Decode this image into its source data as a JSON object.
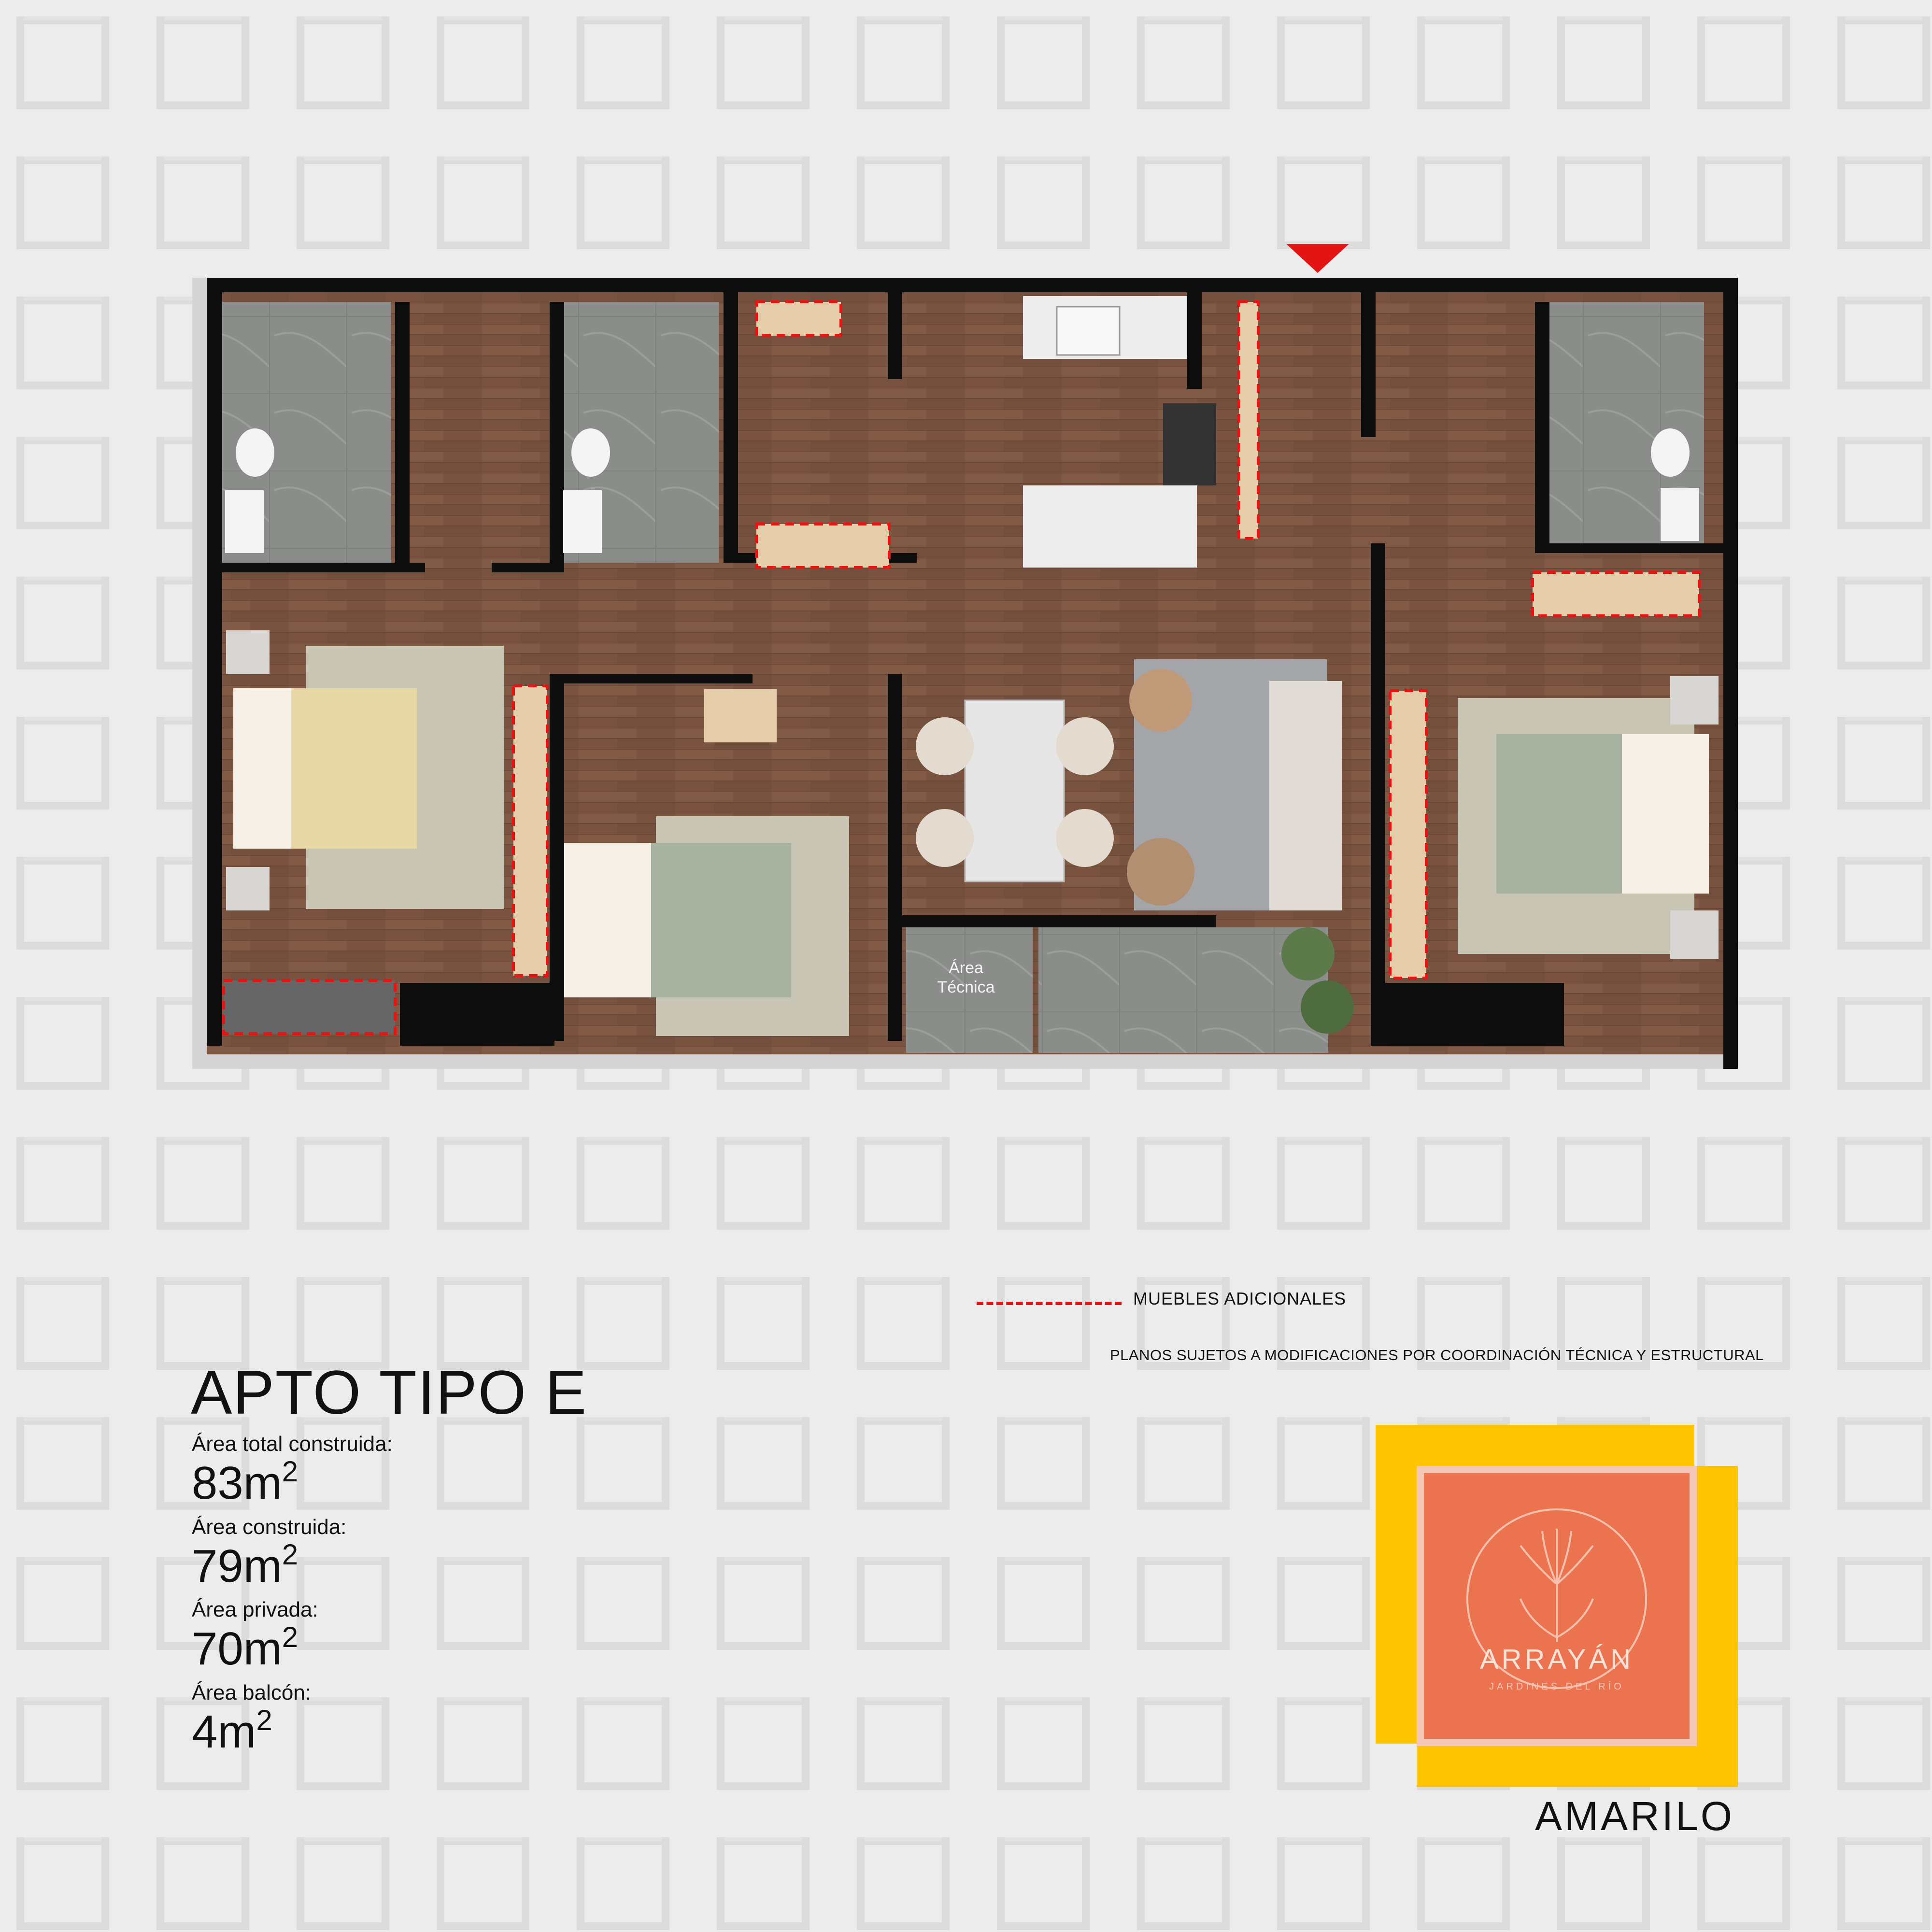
{
  "apartment": {
    "title": "APTO TIPO E",
    "areas": [
      {
        "label": "Área total construida:",
        "value": "83m",
        "unit_exp": "2"
      },
      {
        "label": "Área construida:",
        "value": "79m",
        "unit_exp": "2"
      },
      {
        "label": "Área privada:",
        "value": "70m",
        "unit_exp": "2"
      },
      {
        "label": "Área balcón:",
        "value": "4m",
        "unit_exp": "2"
      }
    ]
  },
  "legend": {
    "dashed_label": "MUEBLES ADICIONALES",
    "disclaimer": "PLANOS SUJETOS A MODIFICACIONES POR COORDINACIÓN TÉCNICA Y ESTRUCTURAL"
  },
  "plan": {
    "technical_area_label": "Área Técnica"
  },
  "logo": {
    "name": "ARRAYÁN",
    "subtitle": "JARDINES DEL RÍO"
  },
  "brand": "AMARILO",
  "colors": {
    "background": "#ececec",
    "pattern": "#dcdcdc",
    "wall": "#0d0d0d",
    "floor_wood": "#7a5340",
    "tile": "#8b8d8b",
    "additional_furniture_dash": "#e11111",
    "logo_yellow": "#ffc400",
    "logo_orange": "#ec7350"
  }
}
